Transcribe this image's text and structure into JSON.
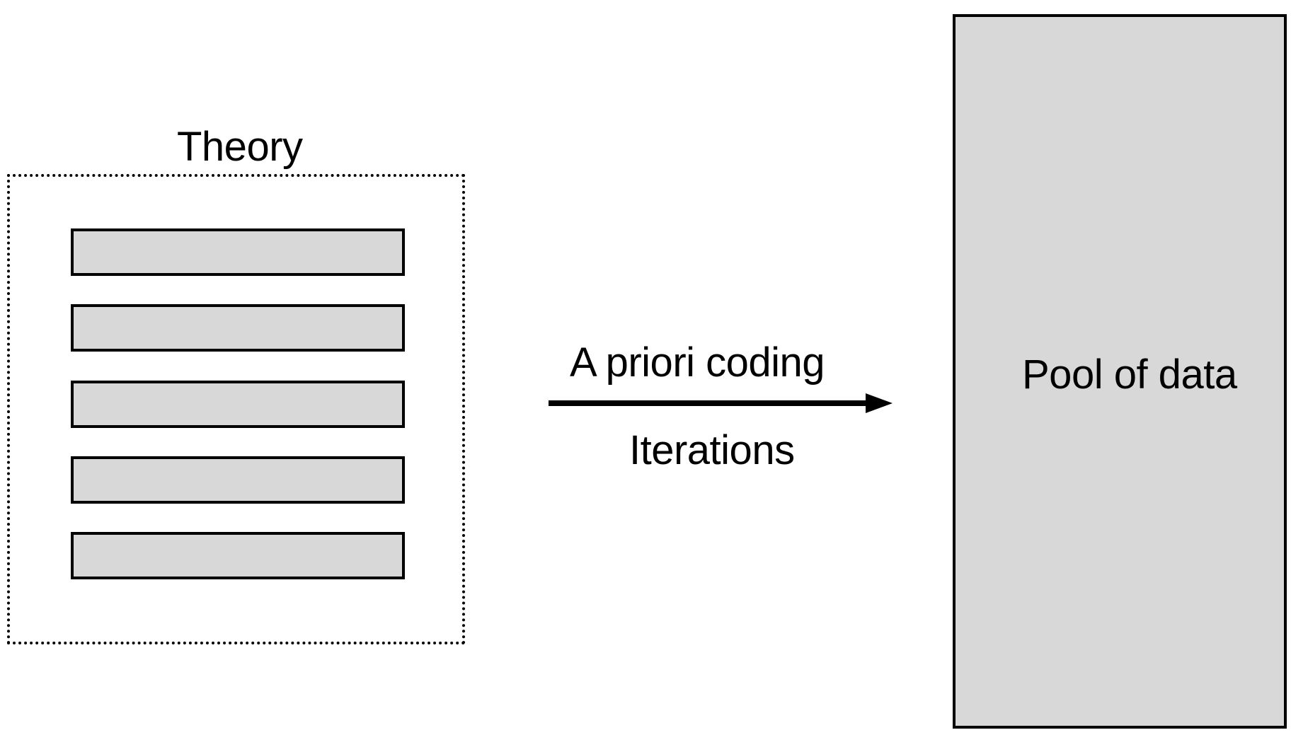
{
  "theory": {
    "label": "Theory",
    "items_count": 5
  },
  "arrow": {
    "top_label": "A priori coding",
    "bottom_label": "Iterations",
    "direction": "right"
  },
  "pool": {
    "label": "Pool of data"
  },
  "colors": {
    "box_fill": "#d8d8d8",
    "stroke": "#000000",
    "background": "#ffffff"
  }
}
